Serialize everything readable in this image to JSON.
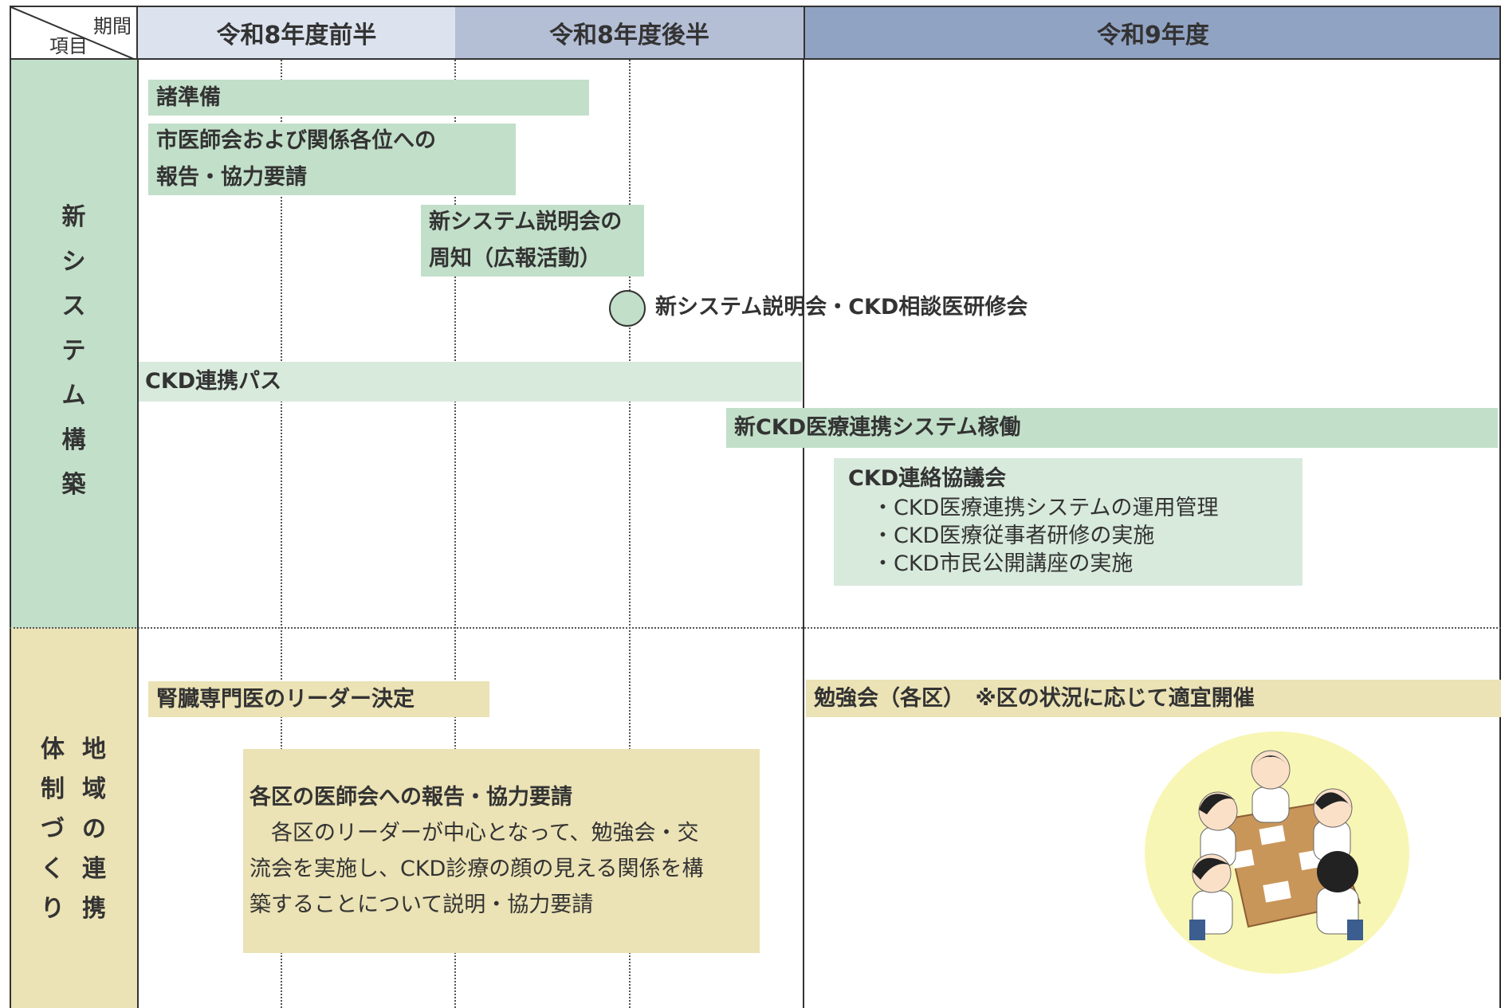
{
  "header": {
    "corner_top": "期間",
    "corner_bottom": "項目",
    "periods": [
      "令和8年度前半",
      "令和8年度後半",
      "令和9年度"
    ]
  },
  "rows": {
    "row1_label": [
      "新",
      "シ",
      "ス",
      "テ",
      "ム",
      "構",
      "築"
    ],
    "row2_label_col_left": [
      "体",
      "制",
      "づ",
      "く",
      "り"
    ],
    "row2_label_col_right": [
      "地",
      "域",
      "の",
      "連",
      "携"
    ]
  },
  "bars": {
    "preparation": "諸準備",
    "report_line1": "市医師会および関係各位への",
    "report_line2": "報告・協力要請",
    "notice_line1": "新システム説明会の",
    "notice_line2": "周知（広報活動）",
    "milestone": "新システム説明会・CKD相談医研修会",
    "ckd_path": "CKD連携パス",
    "new_system": "新CKD医療連携システム稼働",
    "council_title": "CKD連絡協議会",
    "council_items": [
      "・CKD医療連携システムの運用管理",
      "・CKD医療従事者研修の実施",
      "・CKD市民公開講座の実施"
    ],
    "leader": "腎臓専門医のリーダー決定",
    "study": "勉強会（各区）　※区の状況に応じて適宜開催",
    "ward_title": "各区の医師会への報告・協力要請",
    "ward_line1": "　各区のリーダーが中心となって、勉強会・交",
    "ward_line2": "流会を実施し、CKD診療の顔の見える関係を構",
    "ward_line3": "築することについて説明・協力要請"
  },
  "colors": {
    "green": "#c2dfc9",
    "light_green": "#d8eadc",
    "tan": "#ebe2b5",
    "header1": "#dce3ee",
    "header2": "#b4bed5",
    "header3": "#91a3c3",
    "illustration_bg": "#f8f6b4"
  },
  "illustration": "meeting-illustration"
}
